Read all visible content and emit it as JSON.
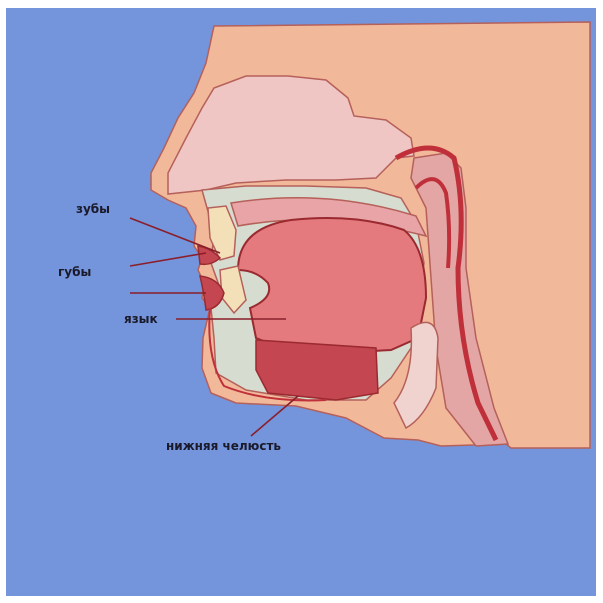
{
  "labels": {
    "teeth": "зубы",
    "lips": "губы",
    "tongue": "язык",
    "lower_jaw": "нижняя челюсть"
  },
  "colors": {
    "background": "#7494dc",
    "skin": "#f2b89a",
    "nasal_area": "#f0c6c4",
    "tongue": "#e47a7e",
    "tissue": "#c44650",
    "bone": "#d6dccf",
    "outline": "#9a2a30"
  }
}
